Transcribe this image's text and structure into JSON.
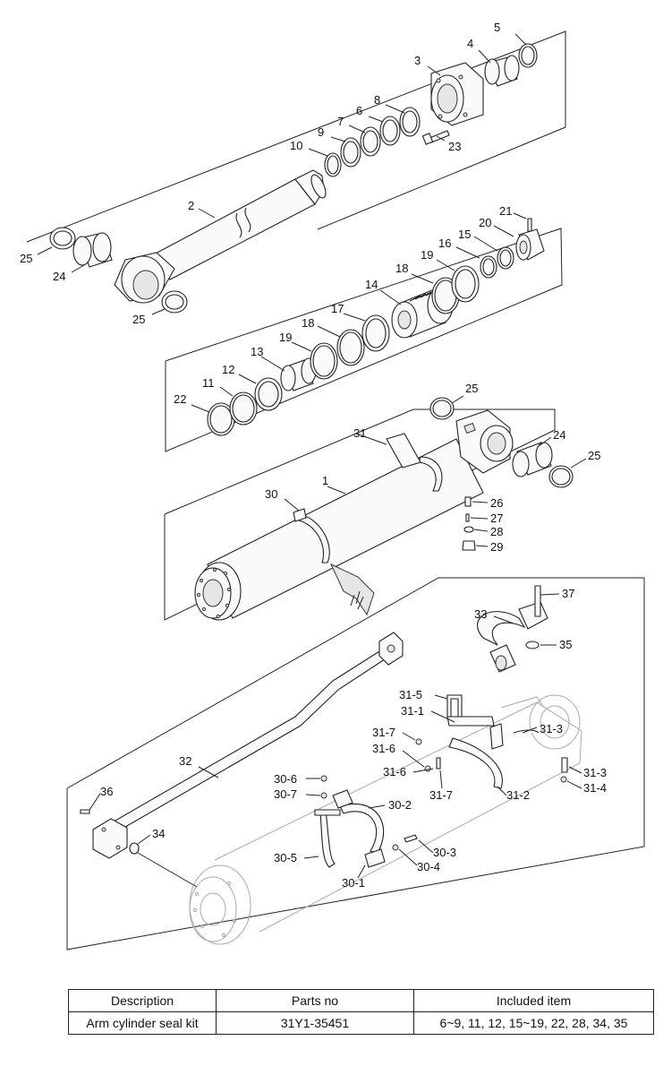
{
  "callouts": {
    "c1": "1",
    "c2": "2",
    "c3": "3",
    "c4": "4",
    "c5": "5",
    "c6": "6",
    "c7": "7",
    "c8": "8",
    "c9": "9",
    "c10": "10",
    "c11": "11",
    "c12": "12",
    "c13": "13",
    "c14": "14",
    "c15": "15",
    "c16": "16",
    "c17": "17",
    "c18a": "18",
    "c18b": "18",
    "c19a": "19",
    "c19b": "19",
    "c20": "20",
    "c21": "21",
    "c22": "22",
    "c23": "23",
    "c24a": "24",
    "c24b": "24",
    "c25a": "25",
    "c25b": "25",
    "c25c": "25",
    "c25d": "25",
    "c26": "26",
    "c27": "27",
    "c28": "28",
    "c29": "29",
    "c30": "30",
    "c31": "31",
    "c32": "32",
    "c33": "33",
    "c34": "34",
    "c35": "35",
    "c36": "36",
    "c37": "37",
    "c30_1": "30-1",
    "c30_2": "30-2",
    "c30_3": "30-3",
    "c30_4": "30-4",
    "c30_5": "30-5",
    "c30_6": "30-6",
    "c30_7": "30-7",
    "c31_1": "31-1",
    "c31_2": "31-2",
    "c31_3a": "31-3",
    "c31_3b": "31-3",
    "c31_4": "31-4",
    "c31_5": "31-5",
    "c31_6a": "31-6",
    "c31_6b": "31-6",
    "c31_7a": "31-7",
    "c31_7b": "31-7"
  },
  "kit_table": {
    "headers": {
      "description": "Description",
      "parts_no": "Parts no",
      "included": "Included item"
    },
    "row": {
      "description": "Arm cylinder seal kit",
      "parts_no": "31Y1-35451",
      "included": "6~9, 11, 12, 15~19, 22, 28, 34, 35"
    }
  }
}
